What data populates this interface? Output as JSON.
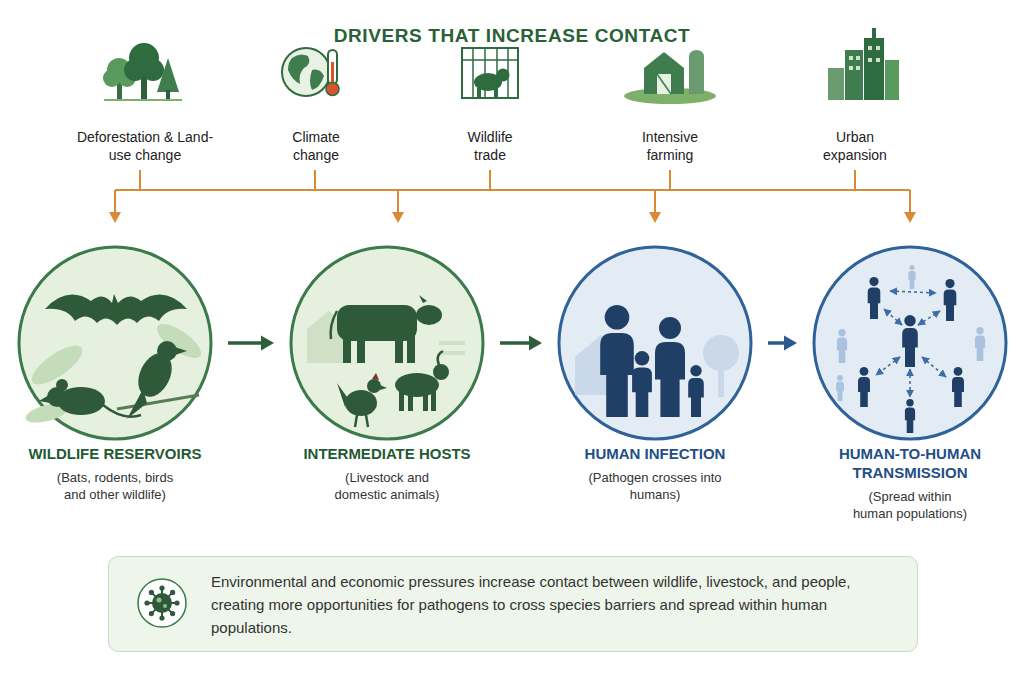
{
  "diagram": {
    "title": "DRIVERS THAT INCREASE CONTACT",
    "nodes": [
      {
        "text": [
          "WILDLIFE RESERVOIRS",
          "(Bats, rodents, birds and other wildlife)"
        ]
      },
      {
        "text": [
          "INTERMEDIATE HOSTS",
          "(Livestock and domestic animals)"
        ]
      },
      {
        "text": [
          "HUMAN INFECTION",
          "(Pathogen crosses into humans)"
        ]
      },
      {
        "text": [
          "HUMAN-TO-HUMAN TRANSMISSION",
          "(Spread within human populations)"
        ]
      },
      {
        "text": [
          "Environmental and economic pressures increase contact between wildlife, livestock, and people, creating more opportunities for pathogens to cross species barriers and spread within human populations."
        ]
      }
    ],
    "edges": [
      {
        "from": 0,
        "to": 1,
        "arrow": "to"
      },
      {
        "from": 1,
        "to": 2,
        "arrow": "to"
      },
      {
        "from": 2,
        "to": 3,
        "arrow": "to"
      }
    ],
    "labels": [
      "Deforestation & Land-use change",
      "Climate change",
      "Wildlife trade",
      "Intensive farming",
      "Urban expansion"
    ]
  }
}
